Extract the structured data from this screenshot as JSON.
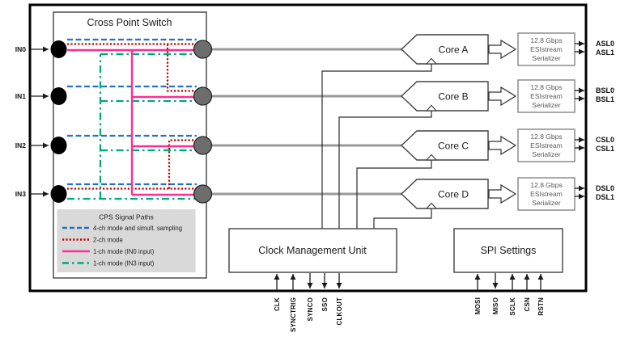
{
  "colors": {
    "path_4ch": "#2273C3",
    "path_2ch": "#C00000",
    "path_1ch_in0": "#FF2D92",
    "path_1ch_in3": "#00A87A",
    "bus_gray": "#999999"
  },
  "chip": {
    "cps": {
      "title": "Cross Point Switch",
      "inputs": [
        {
          "label": "IN0"
        },
        {
          "label": "IN1"
        },
        {
          "label": "IN2"
        },
        {
          "label": "IN3"
        }
      ],
      "legend": {
        "title": "CPS Signal Paths",
        "items": [
          {
            "label": "4-ch mode and simult. sampling"
          },
          {
            "label": "2-ch mode"
          },
          {
            "label": "1-ch mode (IN0 input)"
          },
          {
            "label": "1-ch mode (IN3 input)"
          }
        ]
      }
    },
    "serializer": {
      "line1": "12.8 Gbps",
      "line2": "ESIstream",
      "line3": "Serializer"
    },
    "cores": [
      {
        "label": "Core A",
        "out0": "ASL0",
        "out1": "ASL1"
      },
      {
        "label": "Core B",
        "out0": "BSL0",
        "out1": "BSL1"
      },
      {
        "label": "Core C",
        "out0": "CSL0",
        "out1": "CSL1"
      },
      {
        "label": "Core D",
        "out0": "DSL0",
        "out1": "DSL1"
      }
    ],
    "cmu": {
      "title": "Clock Management Unit",
      "pins": [
        {
          "label": "CLK",
          "dir": "in"
        },
        {
          "label": "SYNCTRIG",
          "dir": "in"
        },
        {
          "label": "SYNCO",
          "dir": "out"
        },
        {
          "label": "SSO",
          "dir": "out"
        },
        {
          "label": "CLKOUT",
          "dir": "out"
        }
      ]
    },
    "spi": {
      "title": "SPI Settings",
      "pins": [
        {
          "label": "MOSI",
          "dir": "in"
        },
        {
          "label": "MISO",
          "dir": "out"
        },
        {
          "label": "SCLK",
          "dir": "in"
        },
        {
          "label": "CSN",
          "dir": "in"
        },
        {
          "label": "RSTN",
          "dir": "in"
        }
      ]
    }
  }
}
